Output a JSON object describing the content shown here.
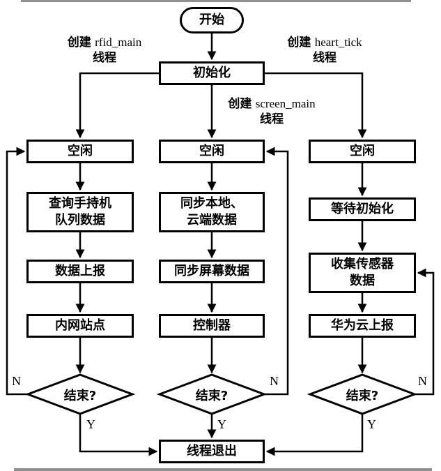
{
  "flowchart": {
    "start": "开始",
    "init": "初始化",
    "exit": "线程退出",
    "branch_labels": {
      "left": {
        "prefix": "创建",
        "name": "rfid_main",
        "suffix": "线程"
      },
      "middle": {
        "prefix": "创建",
        "name": "screen_main",
        "suffix": "线程"
      },
      "right": {
        "prefix": "创建",
        "name": "heart_tick",
        "suffix": "线程"
      }
    },
    "columns": {
      "left": {
        "idle": "空闲",
        "step1": "查询手持机\n队列数据",
        "step2": "数据上报",
        "step3": "内网站点",
        "decision": "结束?"
      },
      "middle": {
        "idle": "空闲",
        "step1": "同步本地、\n云端数据",
        "step2": "同步屏幕数据",
        "step3": "控制器",
        "decision": "结束?"
      },
      "right": {
        "idle": "空闲",
        "step1": "等待初始化",
        "step2": "收集传感器\n数据",
        "step3": "华为云上报",
        "decision": "结束?"
      }
    },
    "edge_labels": {
      "yes": "Y",
      "no": "N"
    }
  }
}
